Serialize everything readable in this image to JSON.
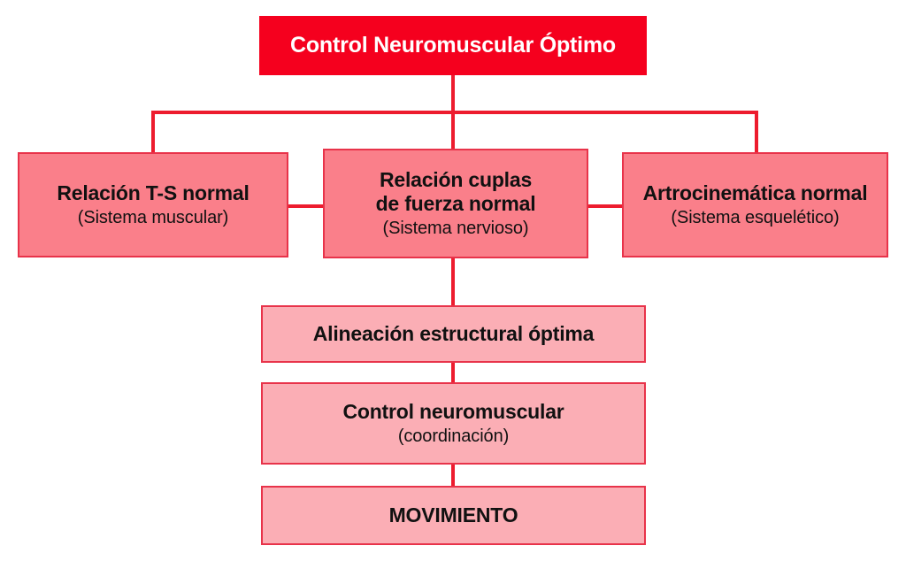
{
  "diagram": {
    "title": "Control Neuromuscular Óptimo",
    "type": "hierarchical-flowchart",
    "colors": {
      "root_fill": "#F5001E",
      "root_text": "#FFFFFF",
      "level1_fill": "#FA7F8A",
      "level2_fill": "#FBAEB5",
      "border": "#E8334A",
      "connector": "#ED1C2E",
      "text": "#111111",
      "background": "#FFFFFF"
    },
    "nodes": {
      "root": {
        "title": "Control Neuromuscular Óptimo",
        "subtitle": ""
      },
      "branch_left": {
        "title": "Relación T-S normal",
        "subtitle": "(Sistema muscular)"
      },
      "branch_center": {
        "title_line1": "Relación cuplas",
        "title_line2": "de fuerza normal",
        "subtitle": "(Sistema nervioso)"
      },
      "branch_right": {
        "title": "Artrocinemática normal",
        "subtitle": "(Sistema esquelético)"
      },
      "outcome_1": {
        "title": "Alineación estructural óptima",
        "subtitle": ""
      },
      "outcome_2": {
        "title": "Control neuromuscular",
        "subtitle": "(coordinación)"
      },
      "outcome_3": {
        "title": "MOVIMIENTO",
        "subtitle": ""
      }
    }
  }
}
